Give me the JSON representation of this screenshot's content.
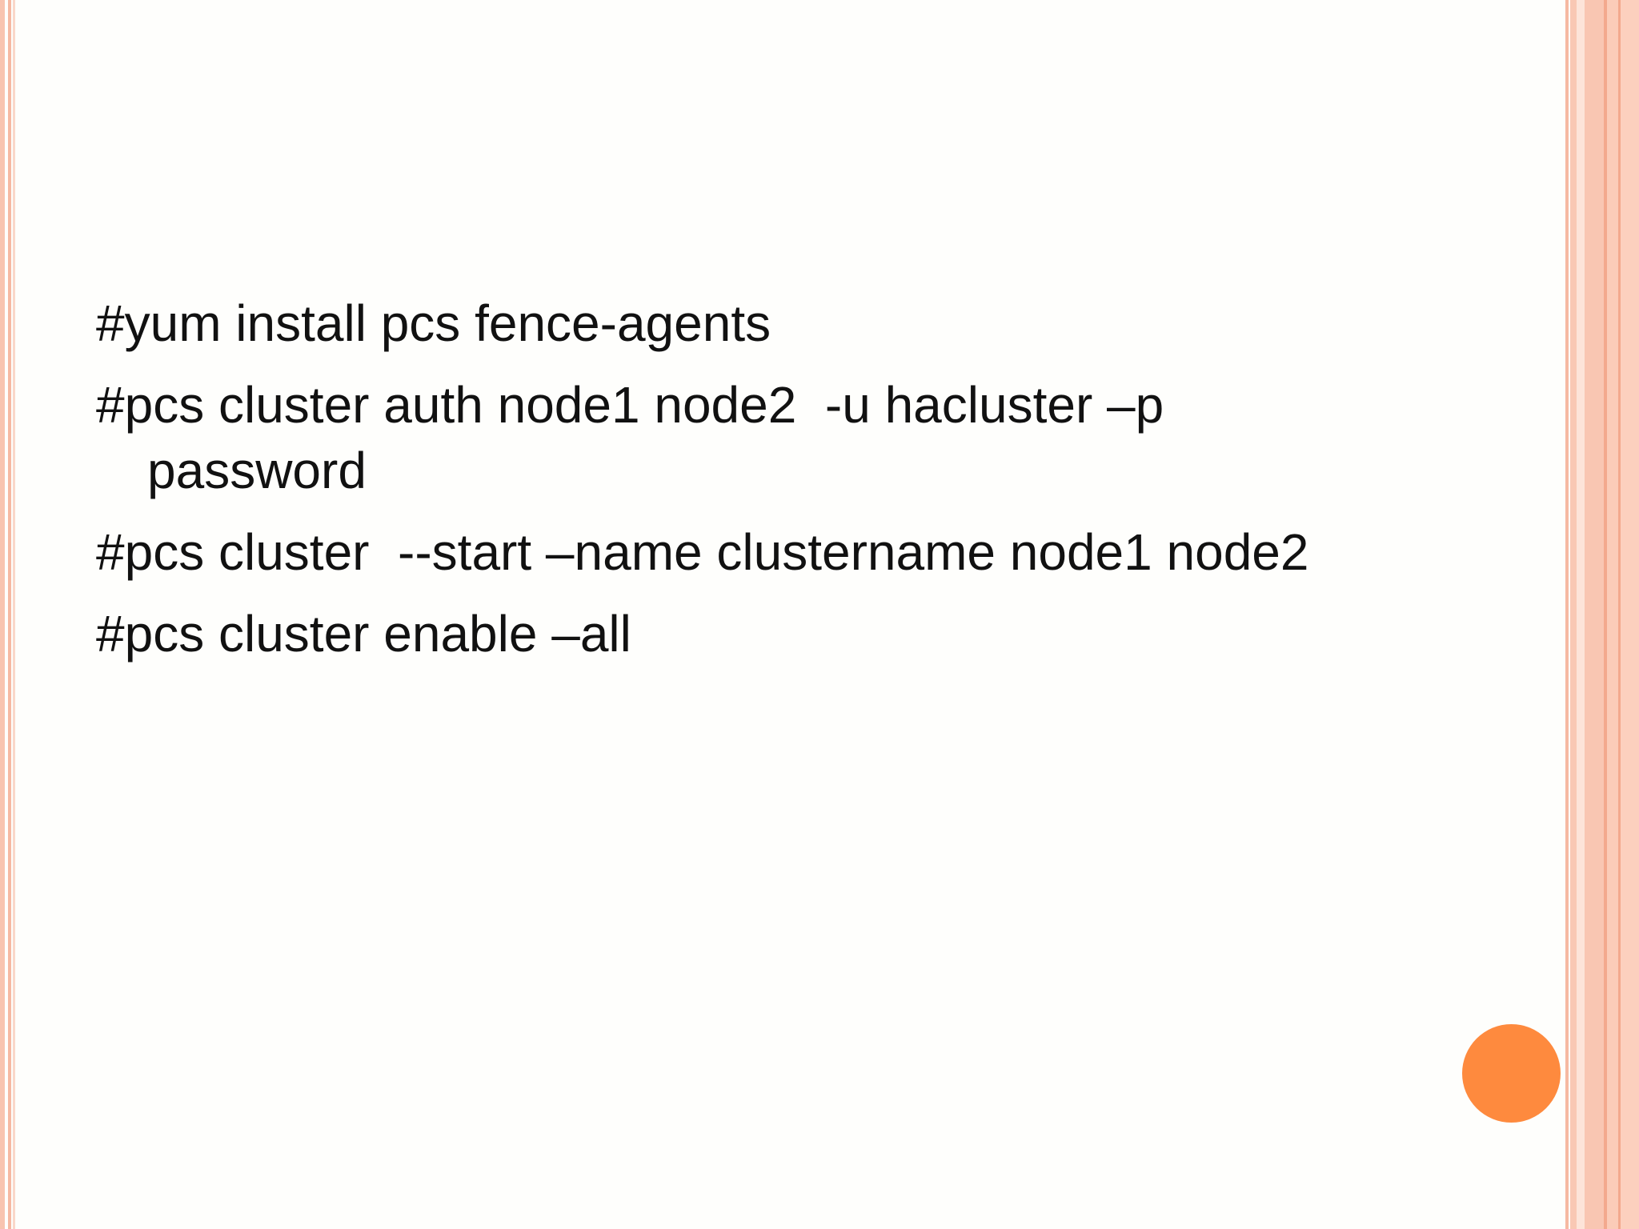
{
  "slide": {
    "commands": [
      "#yum install pcs fence-agents",
      "#pcs cluster auth node1 node2  -u hacluster –p",
      "password",
      "#pcs cluster  --start –name clustername node1 node2",
      "#pcs cluster enable –all"
    ]
  },
  "colors": {
    "background": "#fefefc",
    "text": "#111111",
    "accent_dot": "#fe8a3e",
    "border_stripes": "#f9c6b2"
  }
}
